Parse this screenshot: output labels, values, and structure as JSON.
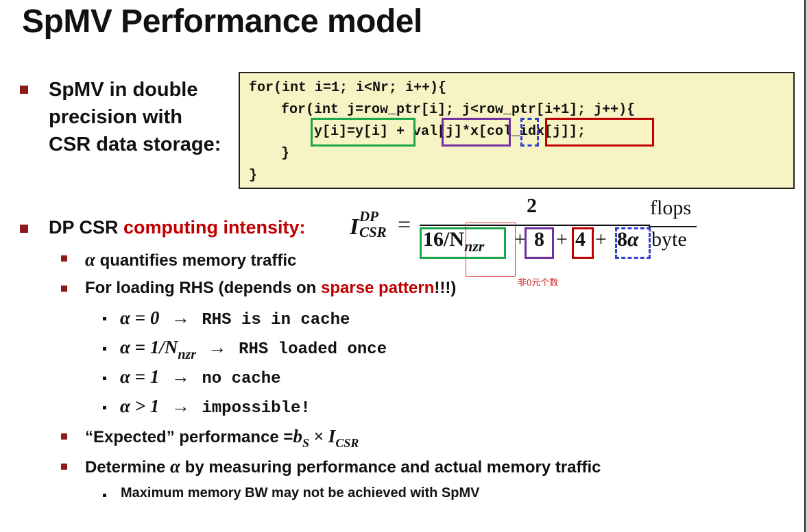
{
  "title": "SpMV Performance model",
  "bullet1": {
    "lines": [
      "SpMV in double",
      "precision with",
      "CSR data storage:"
    ]
  },
  "code": {
    "line1": "for(int i=1; i<Nr; i++){",
    "line2": "for(int j=row_ptr[i]; j<row_ptr[i+1]; j++){",
    "line3": "y[i]=y[i] + val[j]*x[col_idx[j]];",
    "line4": "}",
    "line5": "}"
  },
  "bullet2": {
    "prefix": "DP CSR ",
    "highlight": "computing intensity:"
  },
  "formula": {
    "lhs_symbol": "I",
    "lhs_sup": "DP",
    "lhs_sub": "CSR",
    "equals": "=",
    "numerator": "2",
    "den_term1": "16/N",
    "den_term1_sub": "nzr",
    "plus": "+",
    "den_term2": "8",
    "den_term3": "4",
    "den_term4_num": "8",
    "den_term4_alpha": "α",
    "unit_num": "flops",
    "unit_den": "byte",
    "annotation": "非0元个数"
  },
  "sub_bullets": {
    "alpha_quantifies": {
      "alpha": "α",
      "text": " quantifies memory traffic"
    },
    "rhs_loading": {
      "prefix": "For loading RHS (depends on ",
      "highlight": "sparse pattern",
      "suffix": "!!!)"
    },
    "expected": {
      "prefix": "“Expected” performance =",
      "b": "b",
      "b_sub": "S",
      "times": " × ",
      "i": "I",
      "i_sub": "CSR"
    },
    "determine": {
      "prefix": "Determine ",
      "alpha": "α",
      "suffix": " by measuring performance and actual memory traffic"
    }
  },
  "alpha_cases": [
    {
      "lhs": "α = 0",
      "arrow": "→",
      "text": "RHS is in cache"
    },
    {
      "lhs_alpha": "α = 1/N",
      "lhs_sub": "nzr",
      "arrow": "→",
      "text": "RHS loaded once"
    },
    {
      "lhs": "α = 1",
      "arrow": "→",
      "text": "no cache"
    },
    {
      "lhs": "α > 1",
      "arrow": "→",
      "text": "impossible!"
    }
  ],
  "note": "Maximum memory BW may not be achieved with SpMV",
  "colors": {
    "bullet": "#8b1a1a",
    "highlight_red": "#c00000",
    "code_bg": "#f7f3c4",
    "box_green": "#1aa64a",
    "box_purple": "#7030a0",
    "box_blue": "#2b3fd1",
    "box_red": "#c00000"
  }
}
